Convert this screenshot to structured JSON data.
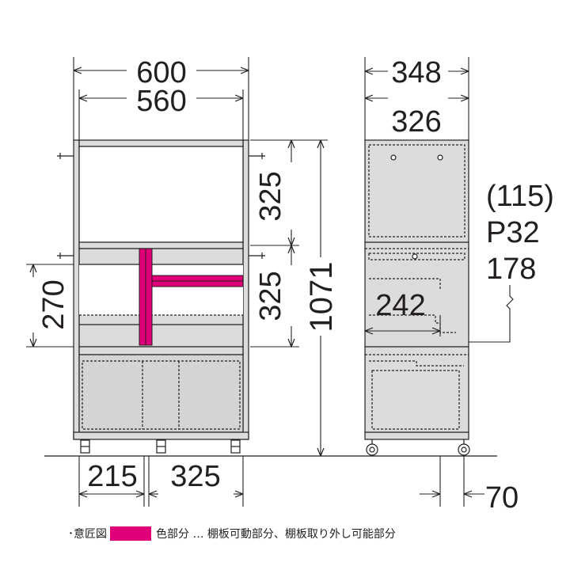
{
  "front_view": {
    "overall_width": "600",
    "inner_width": "560",
    "upper_height": "325",
    "middle_height": "325",
    "total_height": "1071",
    "shelf_height": "270",
    "bottom_left": "215",
    "bottom_right": "325"
  },
  "side_view": {
    "overall_depth": "348",
    "inner_depth": "326",
    "shelf_depth": "242",
    "caster_offset": "70"
  },
  "callout": {
    "line1": "(115)",
    "line2": "P32",
    "line3": "178"
  },
  "legend": {
    "prefix": "･意匠図",
    "swatch_color": "#e0007a",
    "text": "色部分 … 棚板可動部分、棚板取り外し可能部分"
  },
  "colors": {
    "panel_gray": "#dcdcdc",
    "line": "#231f20",
    "accent": "#e0007a"
  }
}
